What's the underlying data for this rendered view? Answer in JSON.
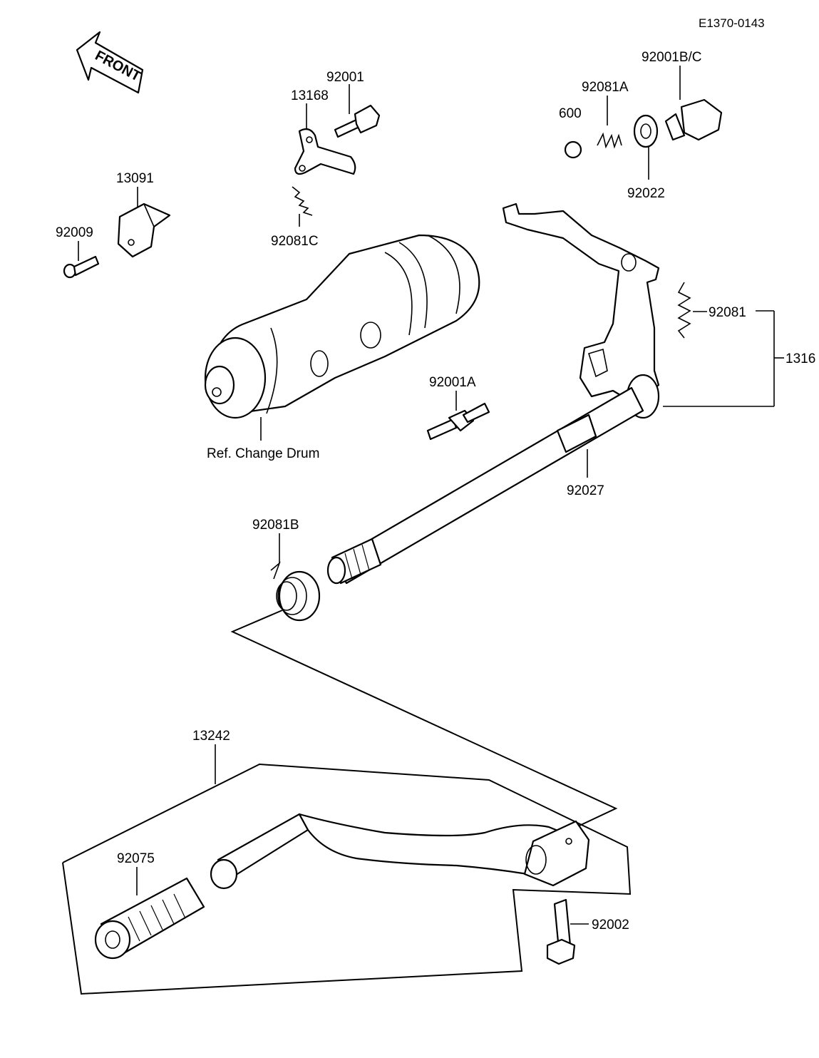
{
  "diagram": {
    "code": "E1370-0143",
    "front_label": "FRONT",
    "parts": {
      "p92001": "92001",
      "p13168": "13168",
      "p92001bc": "92001B/C",
      "p92081a": "92081A",
      "p600": "600",
      "p92022": "92022",
      "p13091": "13091",
      "p92009": "92009",
      "p92081c": "92081C",
      "p92081": "92081",
      "p1316": "1316",
      "p92001a": "92001A",
      "p_drum": "Ref. Change Drum",
      "p92027": "92027",
      "p92081b": "92081B",
      "p13242": "13242",
      "p92075": "92075",
      "p92002": "92002"
    }
  }
}
